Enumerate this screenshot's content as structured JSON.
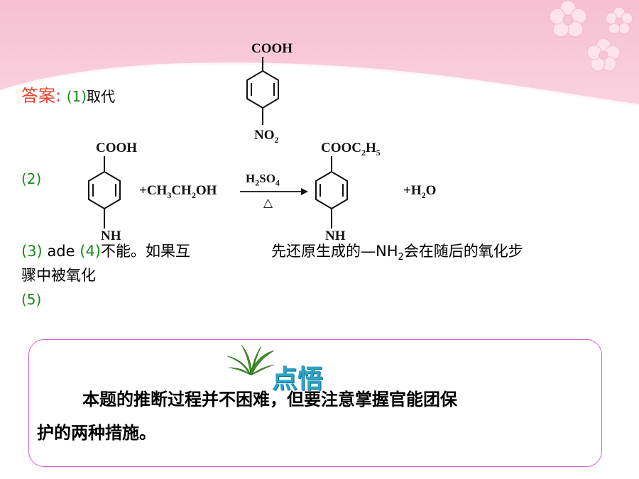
{
  "answer": {
    "label": "答案",
    "colon": ":",
    "q1_num": "(1)",
    "q1_text": "取代",
    "q2_num": "(2)",
    "q3_num": "(3)",
    "q3_text": "ade",
    "q4_num": "(4)",
    "q4_text_part1": "不能。如果互",
    "q4_text_part2": "先还原生成的—NH",
    "q4_sub": "2",
    "q4_text_part3": "会在随后的氧化步",
    "q4_line2": "骤中被氧化",
    "q5_num": "(5)"
  },
  "structures": {
    "top": {
      "group_top": "COOH",
      "group_bottom_main": "NO",
      "group_bottom_sub": "2"
    },
    "reactant": {
      "group_top": "COOH",
      "group_bottom": "NH"
    },
    "plus_alcohol": {
      "p1": "+CH",
      "s1": "3",
      "p2": "CH",
      "s2": "2",
      "p3": "OH"
    },
    "arrow": {
      "above_main": "H",
      "above_s1": "2",
      "above_mid": "SO",
      "above_s2": "4",
      "below": "△"
    },
    "product": {
      "g1": "COOC",
      "s1": "2",
      "g2": "H",
      "s2": "5",
      "group_bottom": "NH"
    },
    "plus_water": {
      "p1": "+H",
      "s1": "2",
      "p2": "O"
    }
  },
  "tip": {
    "title": "点悟",
    "line1": "本题的推断过程并不困难，但要注意掌握官能团保",
    "line2": "护的两种措施。"
  },
  "colors": {
    "answer_green": "#1a8a1a",
    "answer_red": "#e8402a",
    "header_pink": "#f7c6d6",
    "box_border": "#d860c8",
    "tip_title": "#2aa3c7"
  }
}
